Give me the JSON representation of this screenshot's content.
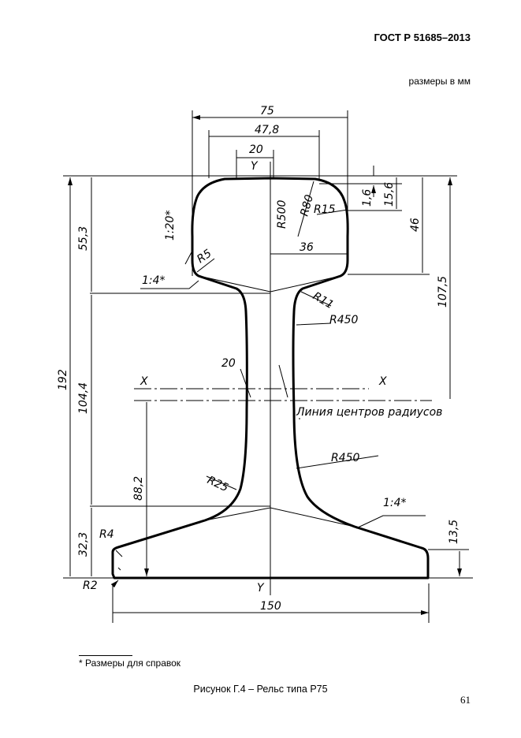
{
  "header": {
    "standard": "ГОСТ Р 51685–2013",
    "units": "размеры в мм"
  },
  "drawing": {
    "labels": {
      "d75": "75",
      "d478": "47,8",
      "d20top": "20",
      "y_top": "Y",
      "y_bottom": "Y",
      "r500": "R500",
      "r80": "R80",
      "r15": "R15",
      "d16": "1,6",
      "d156": "15,6",
      "d46": "46",
      "d1075": "107,5",
      "d36": "36",
      "r5": "R5",
      "slope120": "1:20*",
      "slope14top": "1:4*",
      "r11": "R11",
      "r450top": "R450",
      "d20web": "20",
      "x_left": "X",
      "x_right": "X",
      "centers_line": "Линия центров радиусов",
      "r450bottom": "R450",
      "r25": "R25",
      "slope14bottom": "1:4*",
      "r4": "R4",
      "r2": "R2",
      "d135": "13,5",
      "d150": "150",
      "d192": "192",
      "d553": "55,3",
      "d1044": "104,4",
      "d323": "32,3",
      "d882": "88,2"
    }
  },
  "footnote": "* Размеры для справок",
  "caption": "Рисунок Г.4 – Рельс типа Р75",
  "page_number": "61"
}
